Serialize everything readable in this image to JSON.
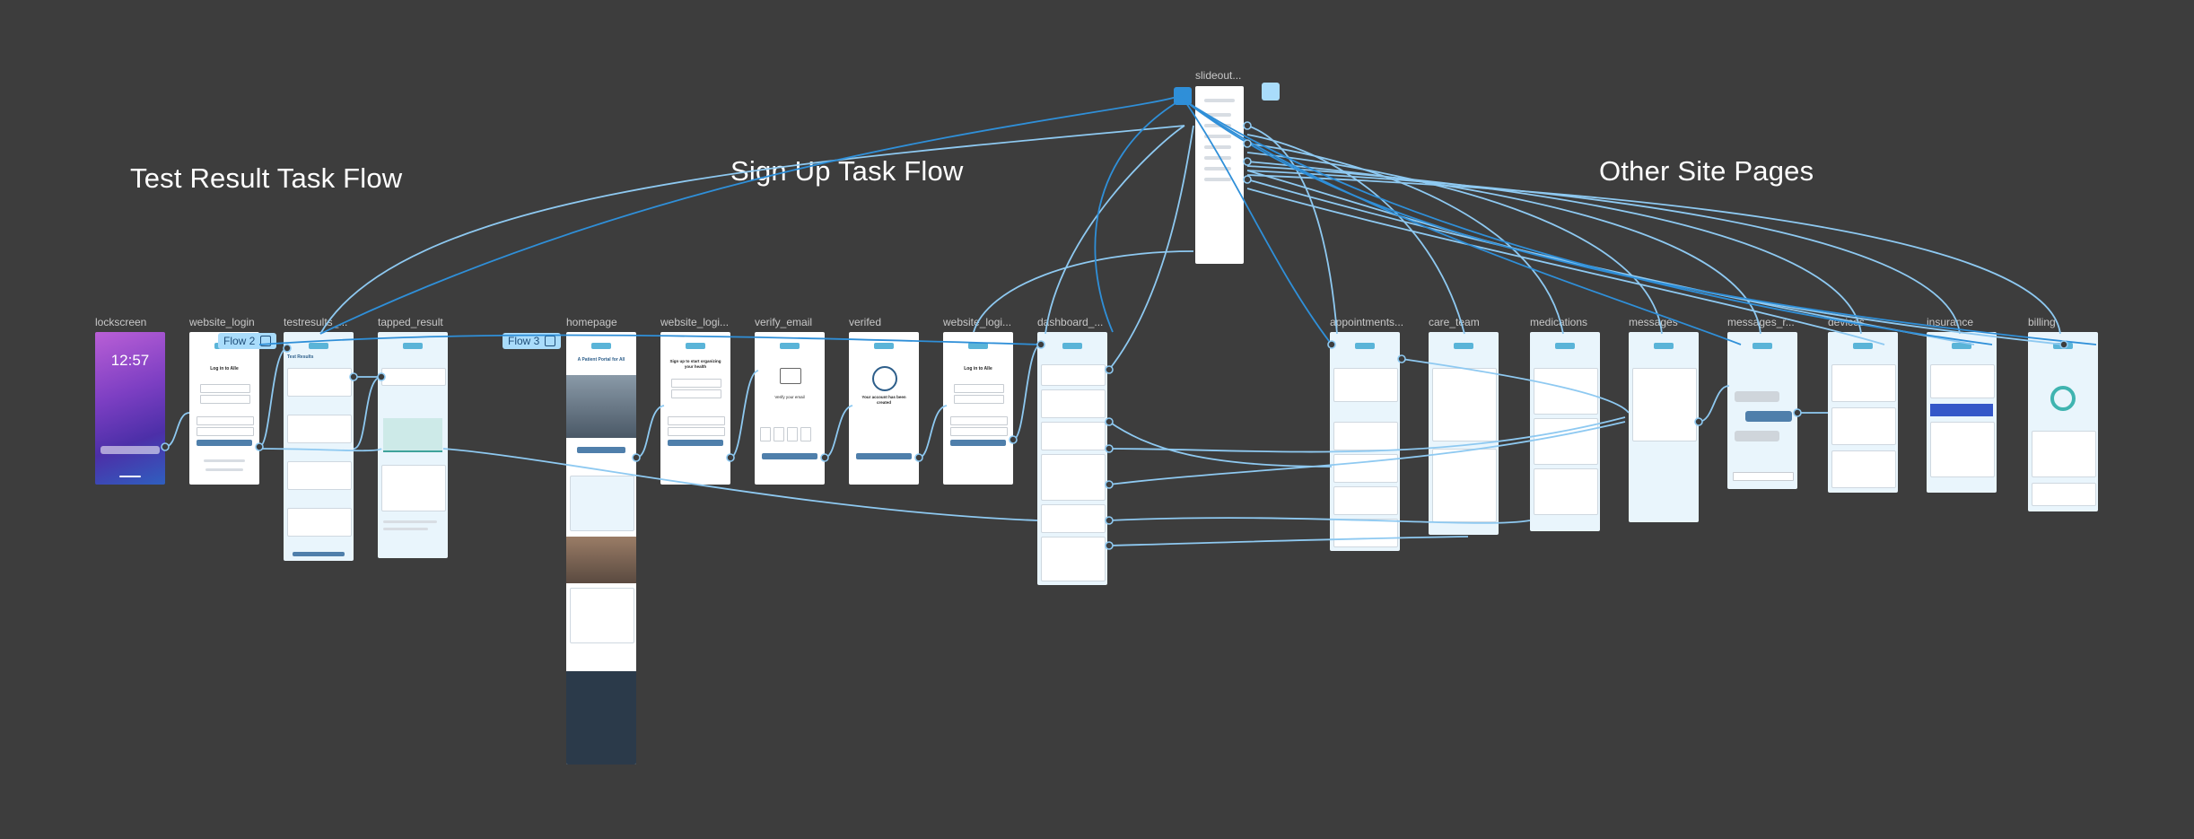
{
  "sections": {
    "test_result": "Test Result Task Flow",
    "sign_up": "Sign Up Task Flow",
    "other": "Other Site Pages"
  },
  "flow_tags": {
    "flow2": "Flow 2",
    "flow3": "Flow 3"
  },
  "frames": {
    "lockscreen": "lockscreen",
    "website_login": "website_login",
    "testresults": "testresults_...",
    "tapped_result": "tapped_result",
    "homepage": "homepage",
    "website_login2": "website_logi...",
    "verify_email": "verify_email",
    "verified": "verifed",
    "website_login3": "website_logi...",
    "dashboard": "dashboard_...",
    "slideout": "slideout...",
    "appointments": "appointments...",
    "care_team": "care_team",
    "medications": "medications",
    "messages": "messages",
    "messages_r": "messages_r...",
    "devices": "devices",
    "insurance": "insurance",
    "billing": "billing"
  },
  "screen_text": {
    "lock_time": "12:57",
    "login_heading": "Log in to Alle",
    "signup_heading": "Sign up to start organizing your health",
    "verify_heading": "Verify your email",
    "verified_heading": "Your account has been created",
    "test_results_heading": "Test Results",
    "home_heading": "A Patient Portal for All"
  },
  "colors": {
    "background": "#3d3d3d",
    "connector": "#8ec9f1",
    "connector_dark": "#2f8fd8",
    "flow_tag": "#a9dcfb",
    "accent": "#4f7fab"
  }
}
